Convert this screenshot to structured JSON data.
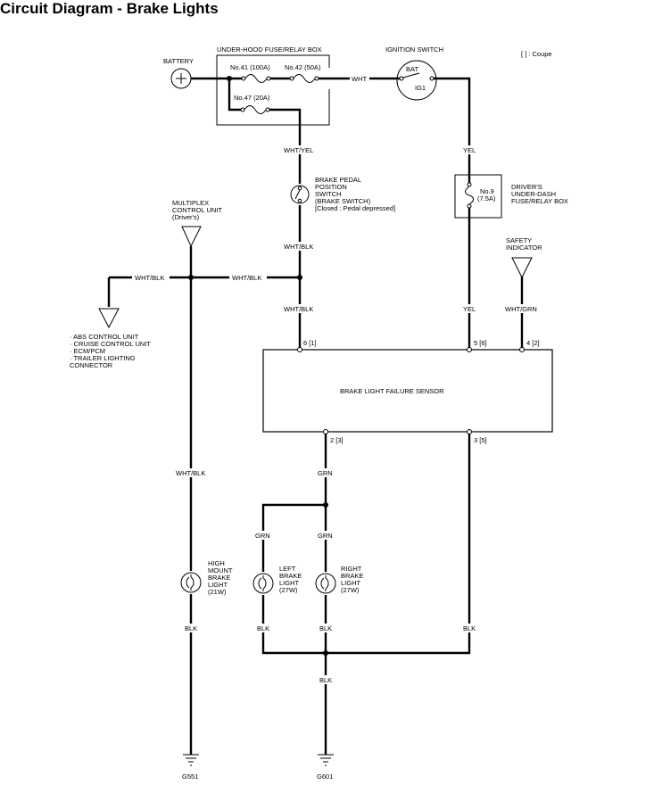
{
  "title": "Circuit Diagram - Brake Lights",
  "legend": "[ ] : Coupe",
  "components": {
    "battery": "BATTERY",
    "fuse_box": "UNDER-HOOD FUSE/RELAY BOX",
    "fuse_41": "No.41 (100A)",
    "fuse_42": "No.42 (50A)",
    "fuse_47": "No.47 (20A)",
    "ignition_switch": "IGNITION SWITCH",
    "ign_bat": "BAT",
    "ign_ig1": "IG1",
    "brake_switch": [
      "BRAKE PEDAL",
      "POSITION",
      "SWITCH",
      "(BRAKE SWITCH)",
      "[Closed : Pedal depressed]"
    ],
    "dash_fuse": [
      "No.9",
      "(7.5A)"
    ],
    "dash_box": [
      "DRIVER'S",
      "UNDER-DASH",
      "FUSE/RELAY BOX"
    ],
    "multiplex": [
      "MULTIPLEX",
      "CONTROL UNIT",
      "(Driver's)"
    ],
    "safety": [
      "SAFETY",
      "INDICATOR"
    ],
    "units_list": [
      "· ABS CONTROL UNIT",
      "· CRUISE CONTROL UNIT",
      "· ECM/PCM",
      "· TRAILER LIGHTING",
      "  CONNECTOR"
    ],
    "sensor": "BRAKE LIGHT FAILURE SENSOR",
    "high_mount": [
      "HIGH",
      "MOUNT",
      "BRAKE",
      "LIGHT",
      "(21W)"
    ],
    "left_light": [
      "LEFT",
      "BRAKE",
      "LIGHT",
      "(27W)"
    ],
    "right_light": [
      "RIGHT",
      "BRAKE",
      "LIGHT",
      "(27W)"
    ],
    "ground_g551": "G551",
    "ground_g601": "G601"
  },
  "pins": {
    "p6": "6 [1]",
    "p5": "5 [6]",
    "p4": "4 [2]",
    "p2": "2 [3]",
    "p3": "3 [5]"
  },
  "wires": {
    "wht": "WHT",
    "wht_yel": "WHT/YEL",
    "yel_top": "YEL",
    "yel_bottom": "YEL",
    "wht_blk_sw": "WHT/BLK",
    "wht_blk_left": "WHT/BLK",
    "wht_blk_mid": "WHT/BLK",
    "wht_blk_pin6": "WHT/BLK",
    "wht_grn": "WHT/GRN",
    "wht_blk_high": "WHT/BLK",
    "grn_main": "GRN",
    "grn_left": "GRN",
    "grn_right": "GRN",
    "blk_high": "BLK",
    "blk_left": "BLK",
    "blk_right": "BLK",
    "blk_pin3": "BLK",
    "blk_ground": "BLK"
  }
}
